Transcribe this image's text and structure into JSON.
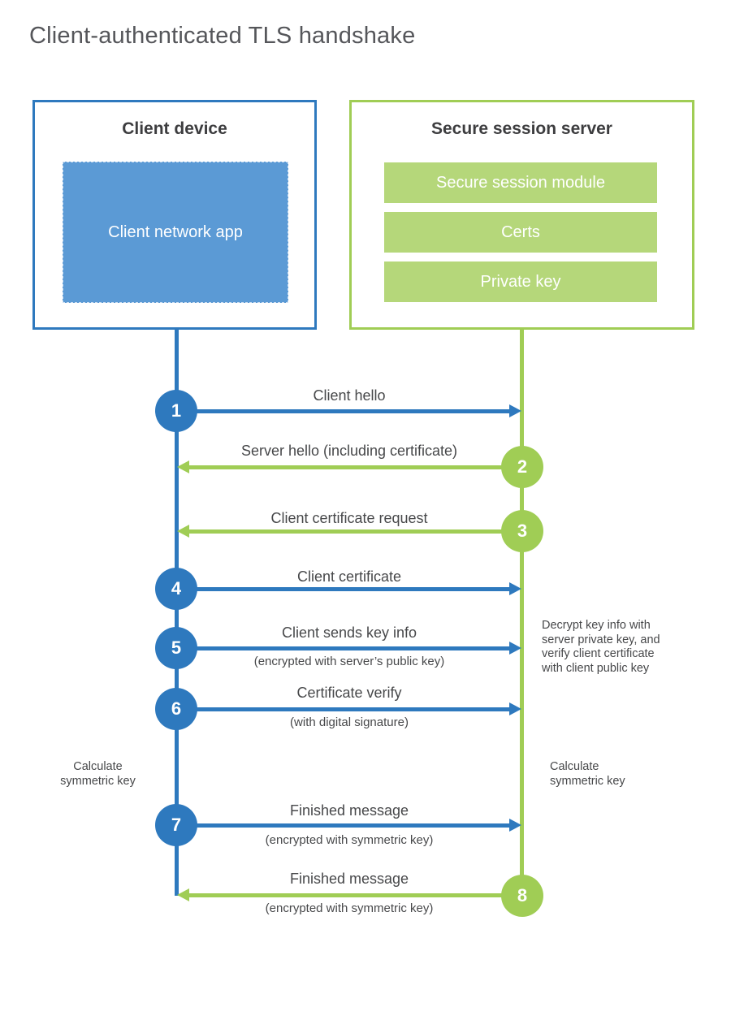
{
  "title": "Client-authenticated TLS handshake",
  "colors": {
    "client_blue": "#2e79be",
    "client_fill_blue": "#5b9ad5",
    "server_green": "#a0cd55",
    "server_fill_green": "#b5d77a",
    "text_gray": "#47484a"
  },
  "client": {
    "heading": "Client device",
    "app_label": "Client network app"
  },
  "server": {
    "heading": "Secure session server",
    "modules": [
      "Secure session module",
      "Certs",
      "Private key"
    ]
  },
  "steps": [
    {
      "num": "1",
      "label": "Client hello",
      "direction": "client-to-server"
    },
    {
      "num": "2",
      "label": "Server hello (including certificate)",
      "direction": "server-to-client"
    },
    {
      "num": "3",
      "label": "Client certificate request",
      "direction": "server-to-client"
    },
    {
      "num": "4",
      "label": "Client certificate",
      "direction": "client-to-server"
    },
    {
      "num": "5",
      "label": "Client sends key info",
      "sub": "(encrypted with server’s public key)",
      "direction": "client-to-server"
    },
    {
      "num": "6",
      "label": "Certificate verify",
      "sub": "(with digital signature)",
      "direction": "client-to-server"
    },
    {
      "num": "7",
      "label": "Finished message",
      "sub": "(encrypted with symmetric key)",
      "direction": "client-to-server"
    },
    {
      "num": "8",
      "label": "Finished message",
      "sub": "(encrypted with symmetric key)",
      "direction": "server-to-client"
    }
  ],
  "annotations": {
    "decrypt_note": "Decrypt key info with\nserver private key, and\nverify client certificate\nwith client public key",
    "calc_left": "Calculate\nsymmetric key",
    "calc_right": "Calculate\nsymmetric key"
  }
}
